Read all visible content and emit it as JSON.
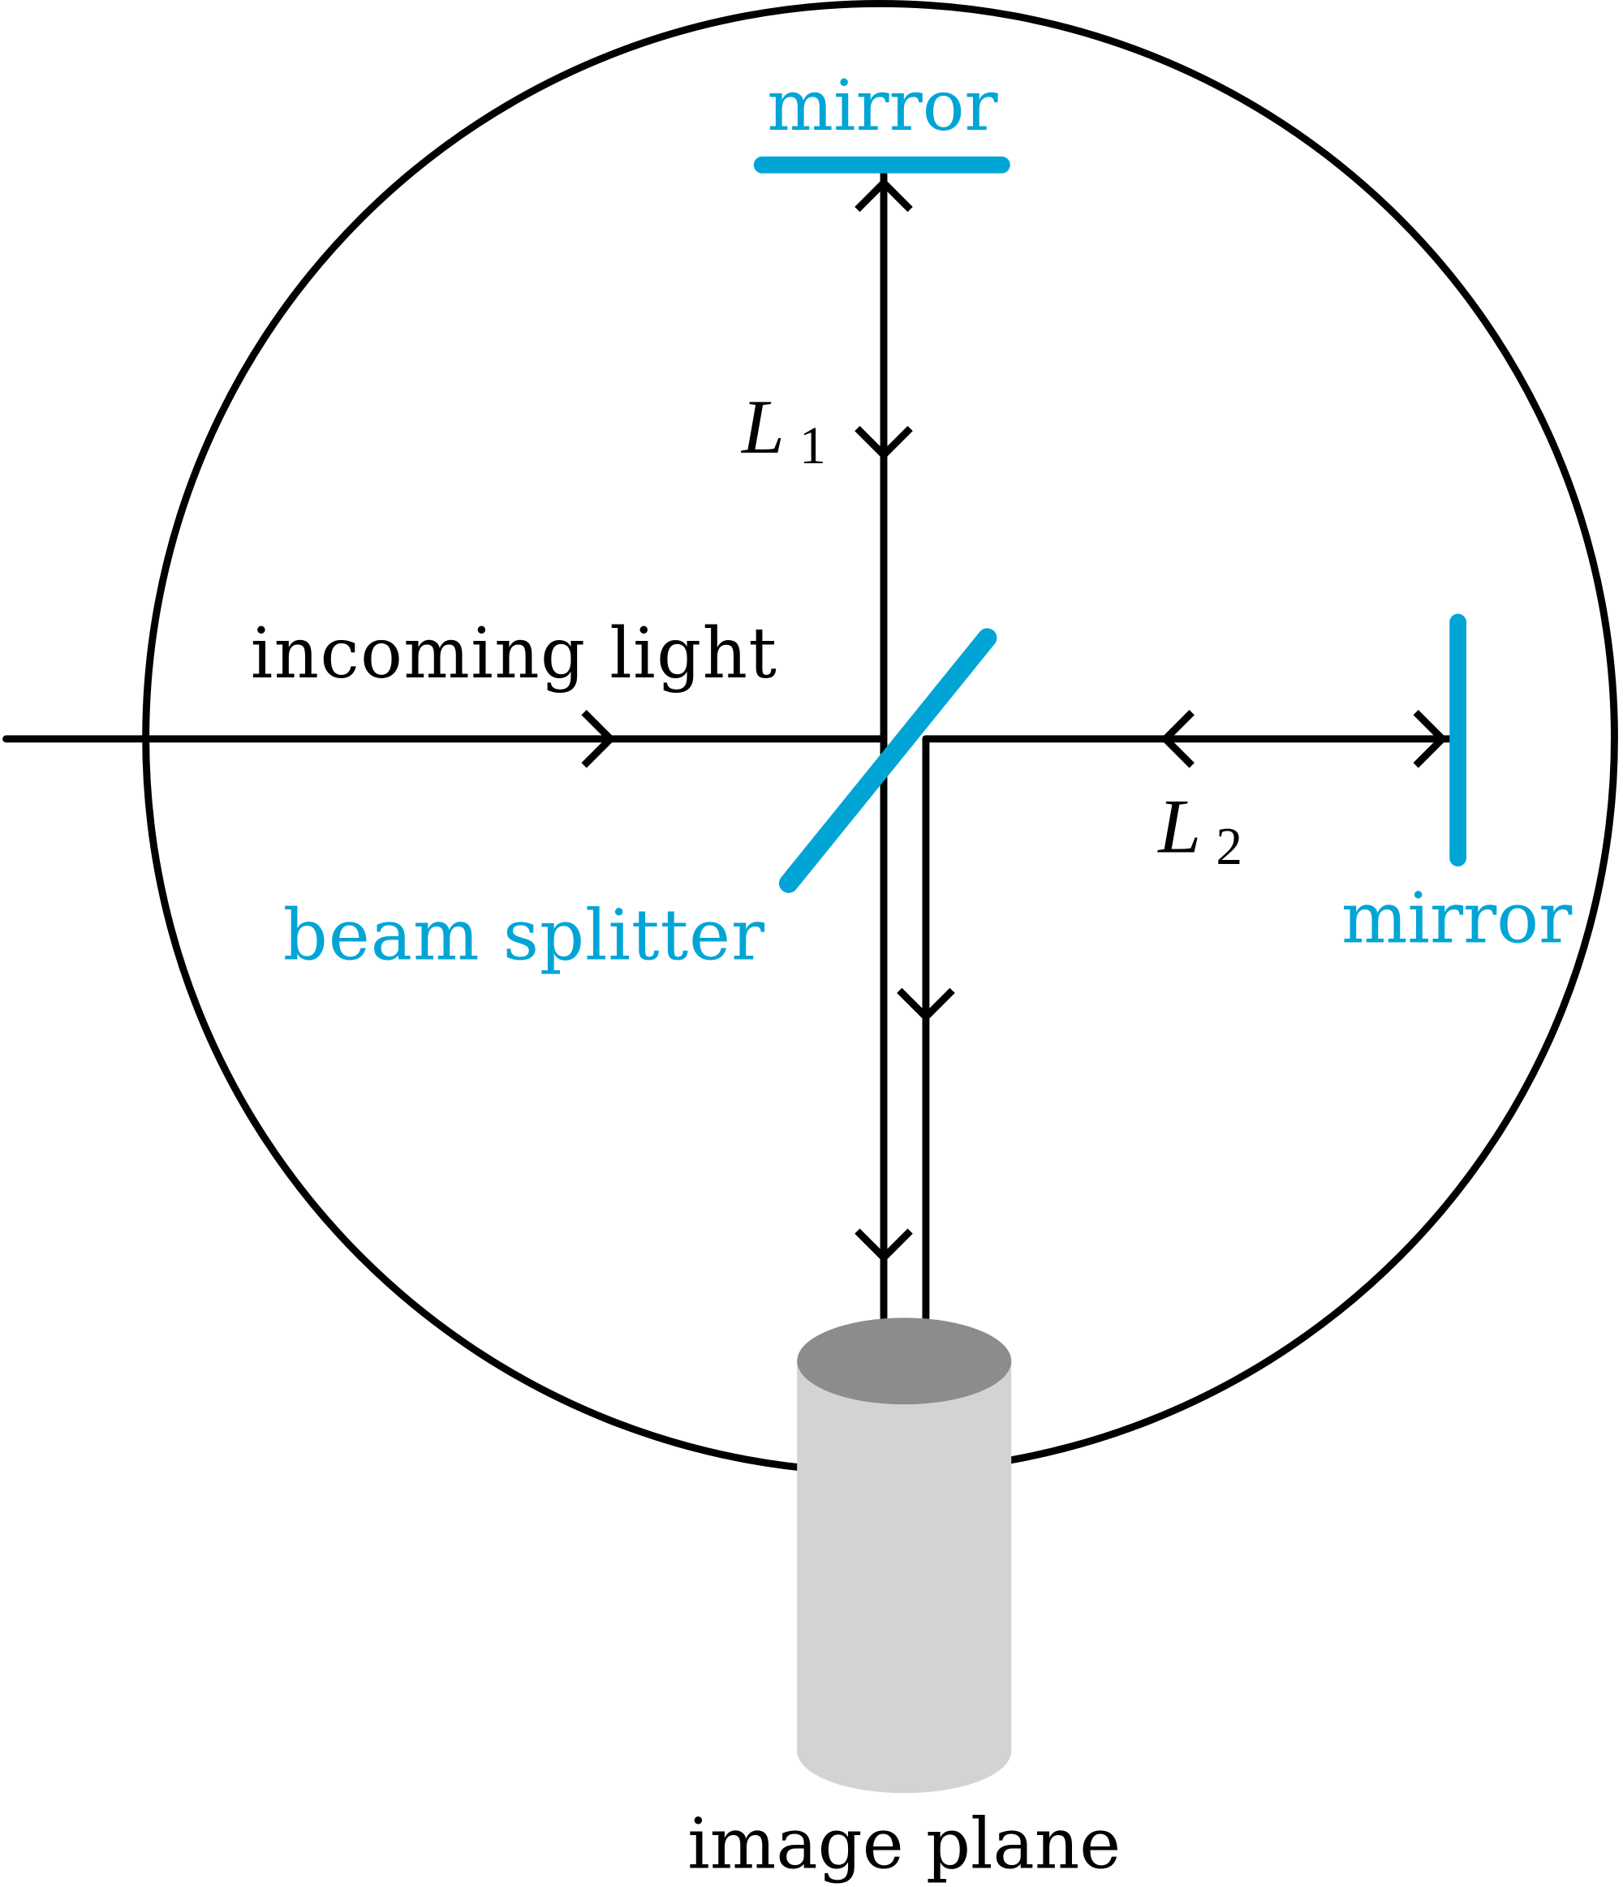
{
  "labels": {
    "top_mirror": "mirror",
    "right_mirror": "mirror",
    "incoming_light": "incoming light",
    "beam_splitter": "beam splitter",
    "image_plane": "image plane",
    "l1_symbol": "L",
    "l1_subscript": "1",
    "l2_symbol": "L",
    "l2_subscript": "2"
  },
  "colors": {
    "optic": "#00a5d6",
    "beam": "#000000",
    "cylinder_top": "#8c8c8c",
    "cylinder_body": "#d3d3d3"
  }
}
